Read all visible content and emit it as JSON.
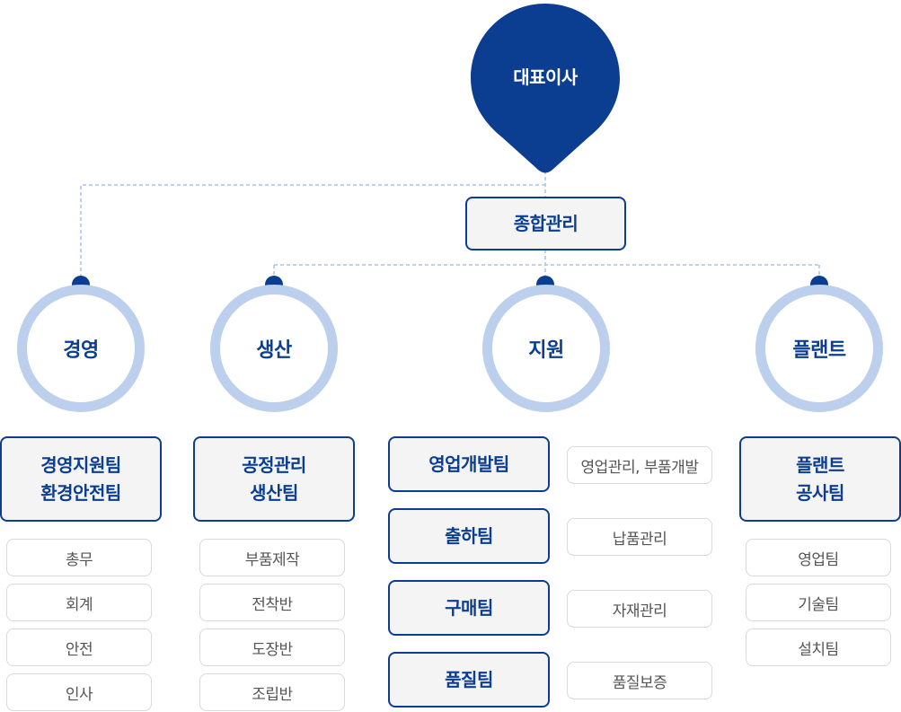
{
  "ceo": {
    "label": "대표이사",
    "color": "#0b3d91"
  },
  "hub": {
    "label": "종합관리"
  },
  "divisions": [
    {
      "label": "경영"
    },
    {
      "label": "생산"
    },
    {
      "label": "지원"
    },
    {
      "label": "플랜트"
    }
  ],
  "kyungyoung": {
    "team": "경영지원팀\n환경안전팀",
    "items": [
      "총무",
      "회계",
      "안전",
      "인사"
    ]
  },
  "saengsan": {
    "team": "공정관리\n생산팀",
    "items": [
      "부품제작",
      "전착반",
      "도장반",
      "조립반"
    ]
  },
  "jiwon": {
    "teams": [
      {
        "team": "영업개발팀",
        "duty": "영업관리, 부품개발"
      },
      {
        "team": "출하팀",
        "duty": "납품관리"
      },
      {
        "team": "구매팀",
        "duty": "자재관리"
      },
      {
        "team": "품질팀",
        "duty": "품질보증"
      }
    ]
  },
  "plant": {
    "team": "플랜트\n공사팀",
    "items": [
      "영업팀",
      "기술팀",
      "설치팀"
    ]
  },
  "colors": {
    "primary": "#0b3d91",
    "ring": "#bccfec",
    "connector": "#a9c4e6"
  }
}
